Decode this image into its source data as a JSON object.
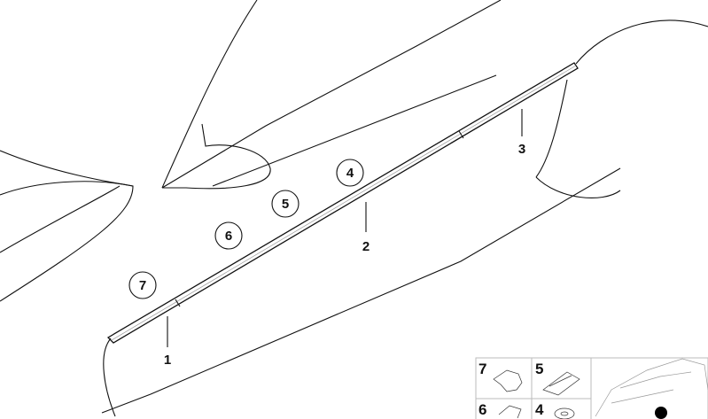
{
  "diagram": {
    "callouts": [
      {
        "id": "callout-4",
        "label": "4",
        "circled": true
      },
      {
        "id": "callout-5",
        "label": "5",
        "circled": true
      },
      {
        "id": "callout-6",
        "label": "6",
        "circled": true
      },
      {
        "id": "callout-7",
        "label": "7",
        "circled": true
      },
      {
        "id": "callout-1",
        "label": "1",
        "circled": false
      },
      {
        "id": "callout-2",
        "label": "2",
        "circled": false
      },
      {
        "id": "callout-3",
        "label": "3",
        "circled": false
      }
    ],
    "inset": {
      "cells": [
        {
          "label": "7",
          "part": "clip"
        },
        {
          "label": "5",
          "part": "bracket-clip"
        },
        {
          "label": "6",
          "part": "clip"
        },
        {
          "label": "4",
          "part": "grommet"
        }
      ],
      "locator_marker_color": "#000000"
    }
  }
}
